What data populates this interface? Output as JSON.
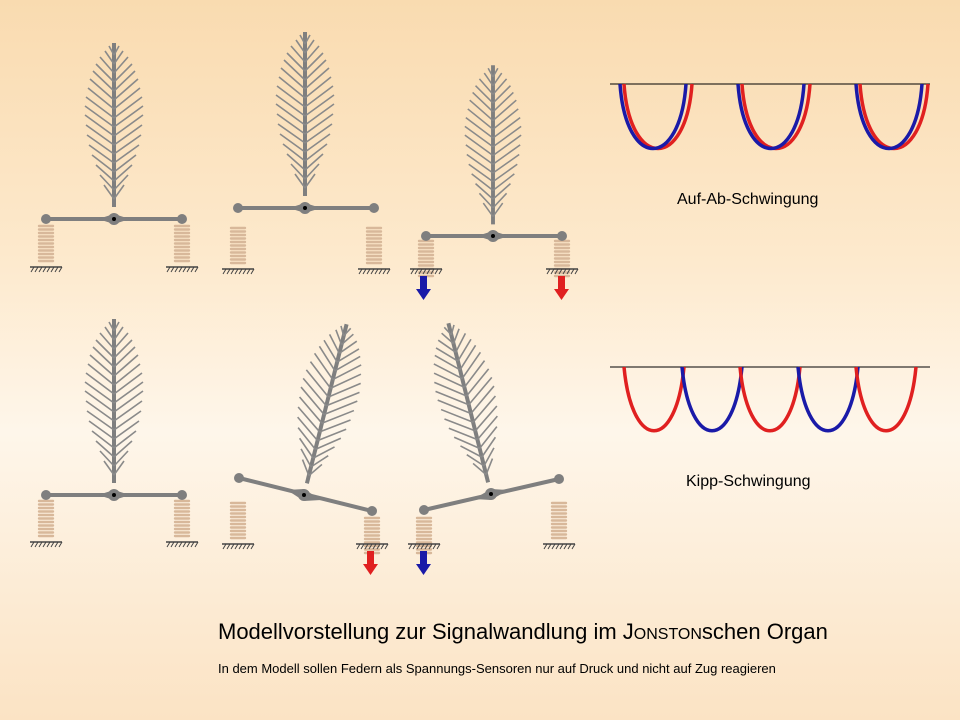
{
  "title": {
    "prefix": "Modellvorstellung zur Signalwandlung im J",
    "smallcaps": "ONSTON",
    "suffix": "schen Organ"
  },
  "subtitle": "In dem Modell sollen Federn als Spannungs-Sensoren  nur auf Druck und nicht auf Zug reagieren",
  "waves": {
    "top_label": "Auf-Ab-Schwingung",
    "bottom_label": "Kipp-Schwingung"
  },
  "colors": {
    "red": "#e02020",
    "blue": "#1a1aa8",
    "gray": "#7f7f7f",
    "spring": "#d8b89a"
  }
}
